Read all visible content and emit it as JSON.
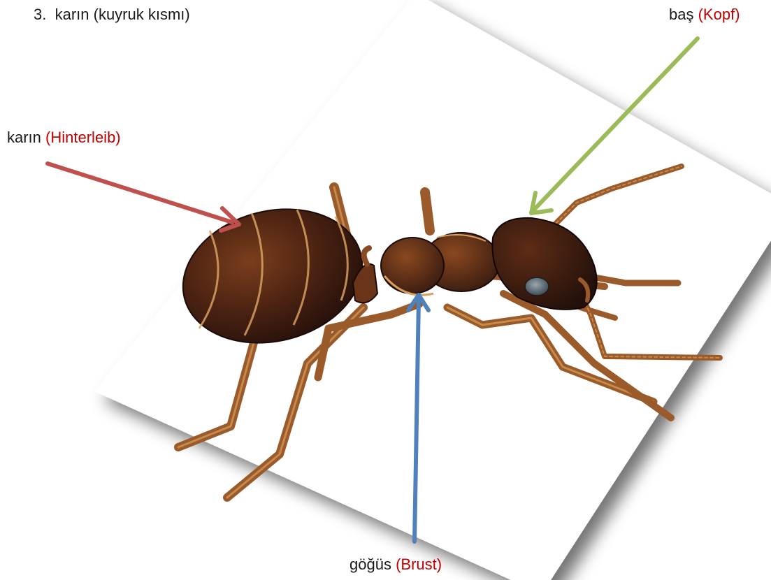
{
  "list_item": {
    "number": "3.",
    "text": "karın (kuyruk kısmı)"
  },
  "labels": {
    "abdomen": {
      "tr": "karın",
      "de": "(Hinterleib)"
    },
    "head": {
      "tr": "baş",
      "de": "(Kopf)"
    },
    "thorax": {
      "tr": "göğüs",
      "de": "(Brust)"
    }
  },
  "colors": {
    "text": "#1a1a1a",
    "german_term": "#c00000",
    "arrow_abdomen": "#c0504d",
    "arrow_head": "#9bbb59",
    "arrow_thorax": "#4f81bd",
    "ant_body": "#3a1c10",
    "ant_legs": "#9a5a2a"
  }
}
